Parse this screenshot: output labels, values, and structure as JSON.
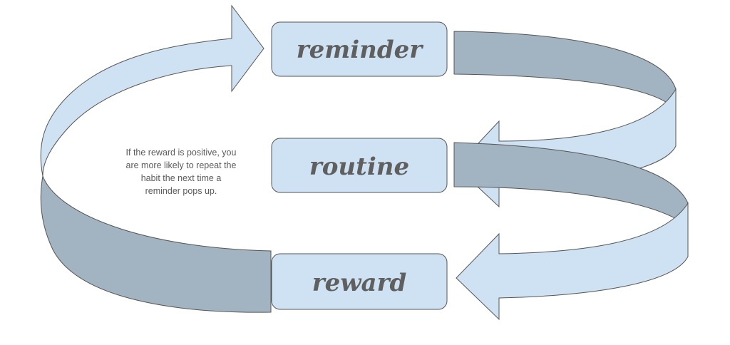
{
  "stages": [
    {
      "id": "reminder",
      "label": "reminder"
    },
    {
      "id": "routine",
      "label": "routine"
    },
    {
      "id": "reward",
      "label": "reward"
    }
  ],
  "caption_lines": [
    "If the reward is positive, you",
    "are more likely to repeat the",
    "habit the next time a",
    "reminder pops up."
  ],
  "colors": {
    "box_fill": "#cfe2f3",
    "arrow_light": "#cfe2f3",
    "arrow_dark": "#a2b3c2",
    "outline": "#555555",
    "label_text": "#5f5f5f",
    "caption_text": "#5a5a5a"
  }
}
